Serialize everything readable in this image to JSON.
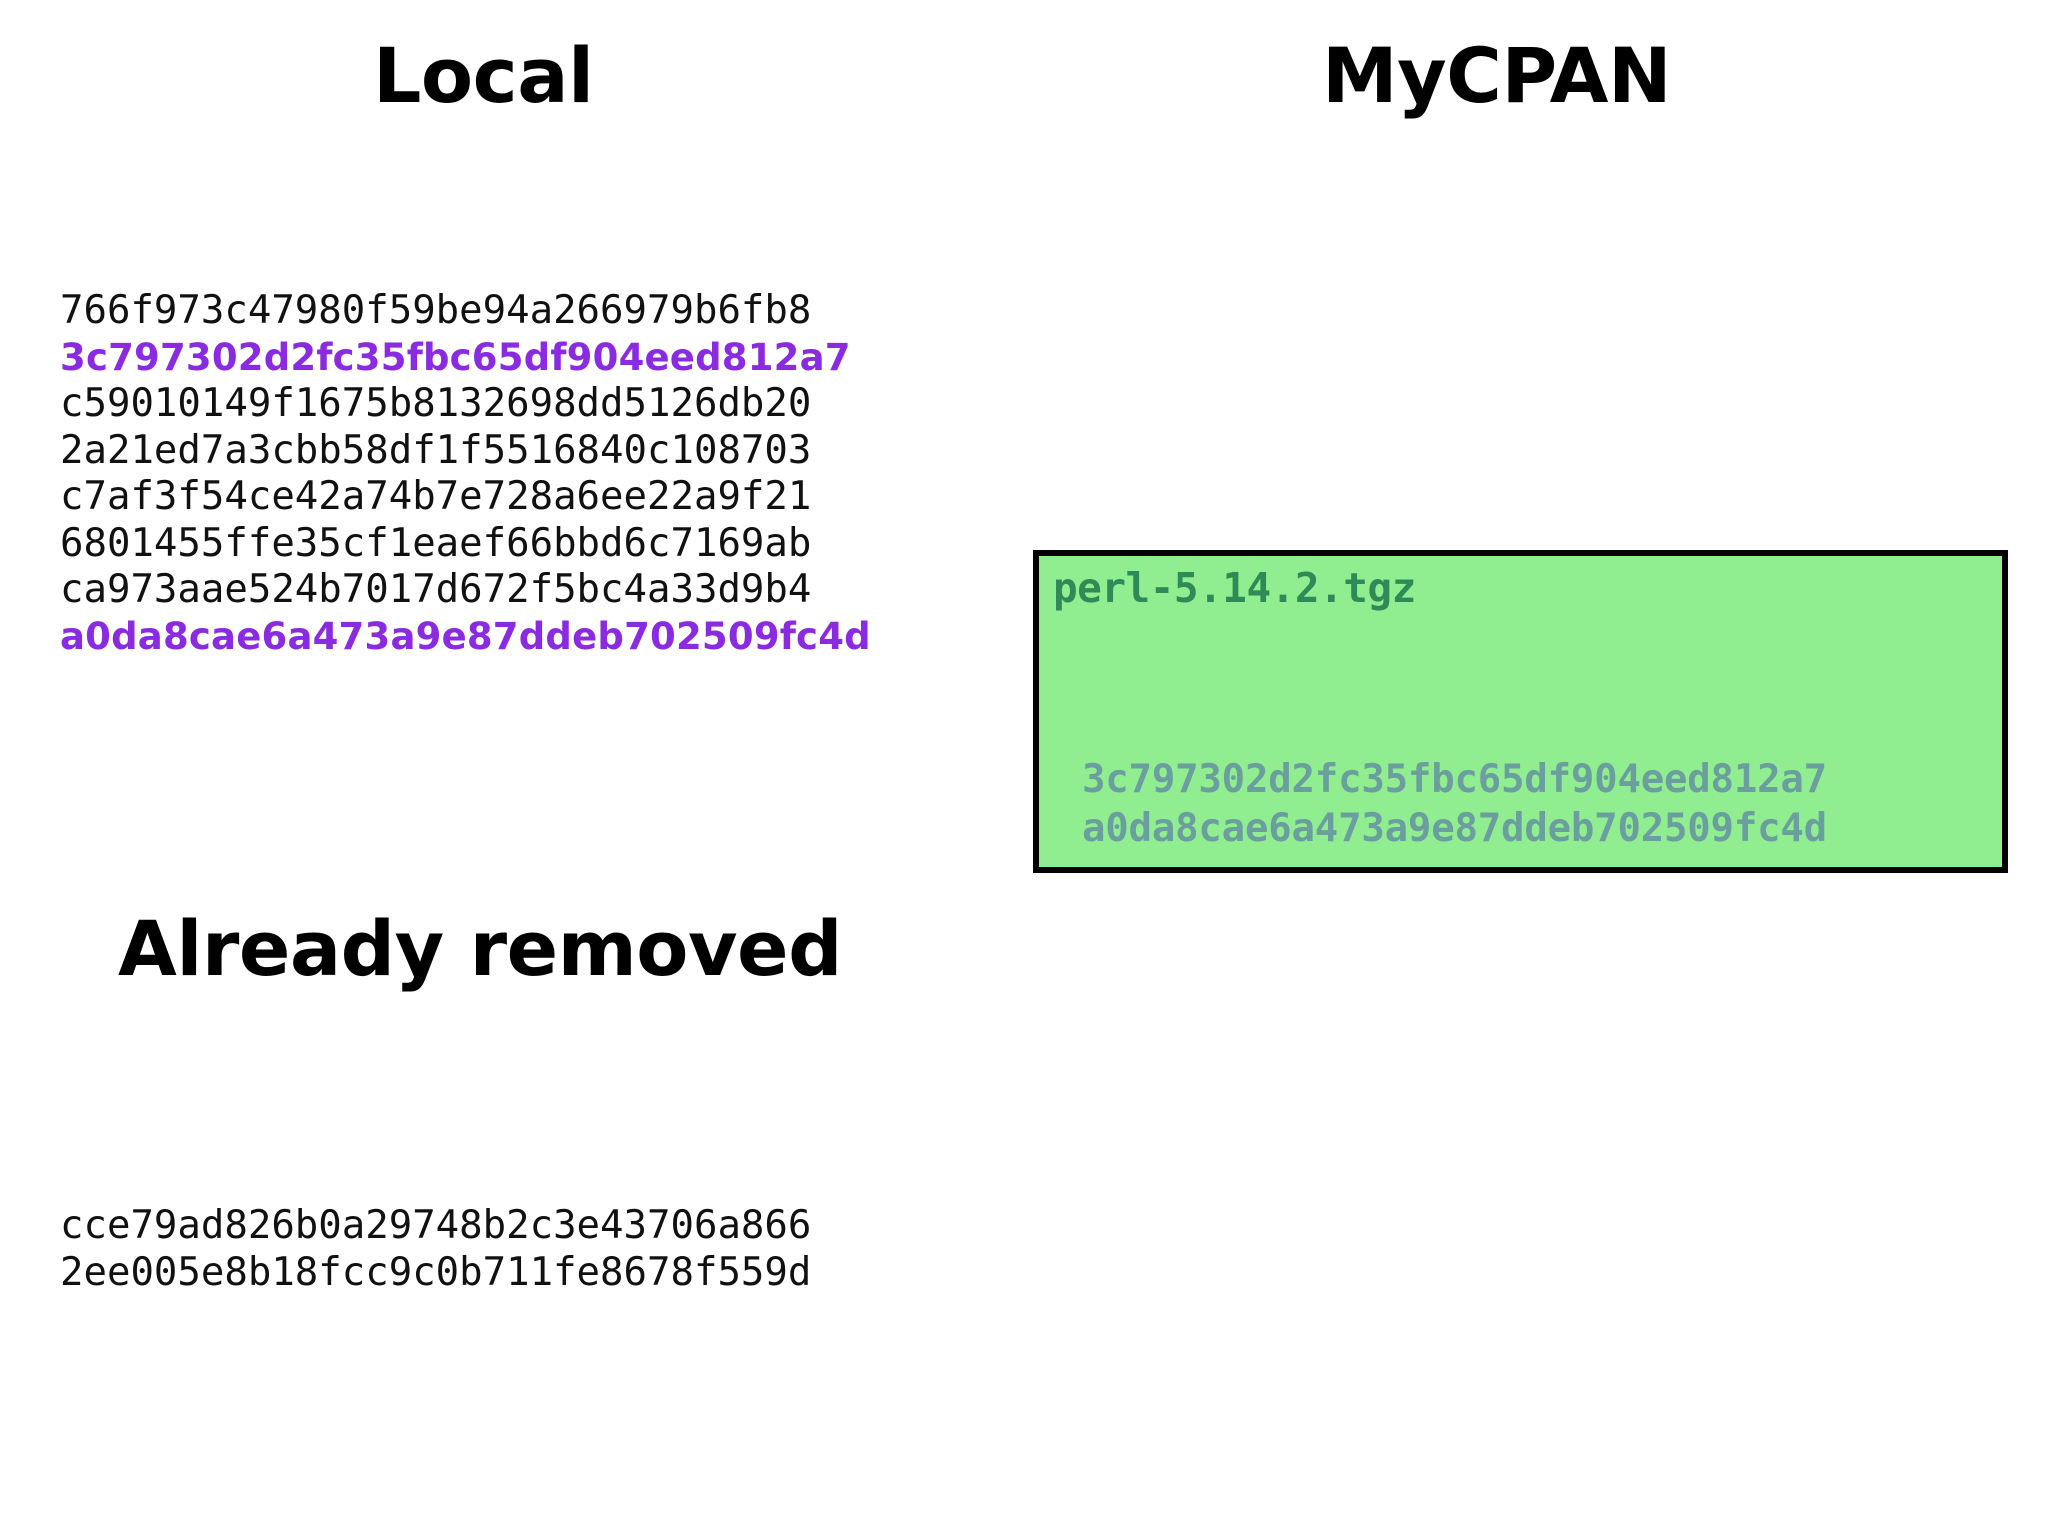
{
  "headings": {
    "local": "Local",
    "mycpan": "MyCPAN",
    "already_removed": "Already removed"
  },
  "colors": {
    "background": "#ffffff",
    "text": "#111111",
    "highlight_purple": "#8A2BE2",
    "panel_fill": "#90EE90",
    "panel_border": "#000000",
    "panel_title_text": "#2E8B57",
    "panel_hash_text": "#6B9E9E"
  },
  "local": {
    "hashes": [
      {
        "value": "766f973c47980f59be94a266979b6fb8",
        "highlighted": false
      },
      {
        "value": "3c797302d2fc35fbc65df904eed812a7",
        "highlighted": true
      },
      {
        "value": "c59010149f1675b8132698dd5126db20",
        "highlighted": false
      },
      {
        "value": "2a21ed7a3cbb58df1f5516840c108703",
        "highlighted": false
      },
      {
        "value": "c7af3f54ce42a74b7e728a6ee22a9f21",
        "highlighted": false
      },
      {
        "value": "6801455ffe35cf1eaef66bbd6c7169ab",
        "highlighted": false
      },
      {
        "value": "ca973aae524b7017d672f5bc4a33d9b4",
        "highlighted": false
      },
      {
        "value": "a0da8cae6a473a9e87ddeb702509fc4d",
        "highlighted": true
      }
    ]
  },
  "already_removed": {
    "hashes": [
      {
        "value": "cce79ad826b0a29748b2c3e43706a866",
        "highlighted": false
      },
      {
        "value": "2ee005e8b18fcc9c0b711fe8678f559d",
        "highlighted": false
      }
    ]
  },
  "mycpan": {
    "panel": {
      "title": "perl-5.14.2.tgz",
      "hashes": [
        "3c797302d2fc35fbc65df904eed812a7",
        "a0da8cae6a473a9e87ddeb702509fc4d"
      ]
    }
  }
}
